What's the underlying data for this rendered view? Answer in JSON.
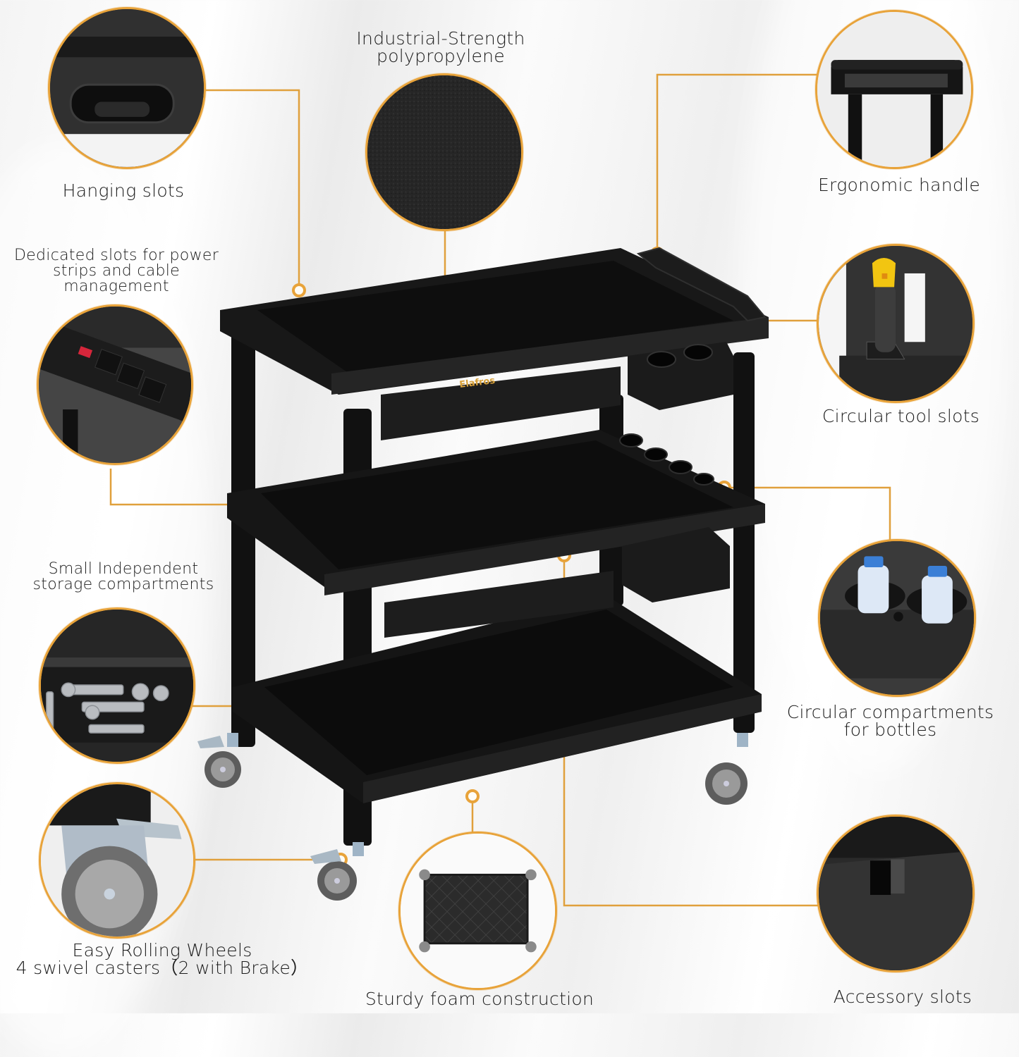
{
  "brand": {
    "name": "Elafros",
    "accent_color": "#e8a33a"
  },
  "callouts": {
    "hanging_slots": {
      "label": "Hanging slots",
      "icon": "hanging-slot-closeup"
    },
    "polypropylene": {
      "label_line1": "Industrial-Strength",
      "label_line2": "polypropylene",
      "icon": "textured-surface-closeup"
    },
    "ergonomic_handle": {
      "label": "Ergonomic handle",
      "icon": "handle-closeup"
    },
    "power_strips": {
      "label_line1": "Dedicated slots for power",
      "label_line2": "strips and cable",
      "label_line3": "management",
      "icon": "power-strip-closeup"
    },
    "tool_slots": {
      "label": "Circular tool slots",
      "icon": "screwdriver-closeup"
    },
    "storage_compartments": {
      "label_line1": "Small Independent",
      "label_line2": "storage compartments",
      "icon": "bolts-closeup"
    },
    "bottle_compartments": {
      "label_line1": "Circular compartments",
      "label_line2": "for bottles",
      "icon": "water-bottles-closeup"
    },
    "wheels": {
      "label_line1": "Easy Rolling Wheels",
      "label_line2": "4 swivel casters（2 with Brake）",
      "icon": "caster-wheel-closeup"
    },
    "foam_construction": {
      "label": "Sturdy foam construction",
      "icon": "cart-underside-closeup"
    },
    "accessory_slots": {
      "label": "Accessory slots",
      "icon": "accessory-slot-closeup"
    }
  }
}
